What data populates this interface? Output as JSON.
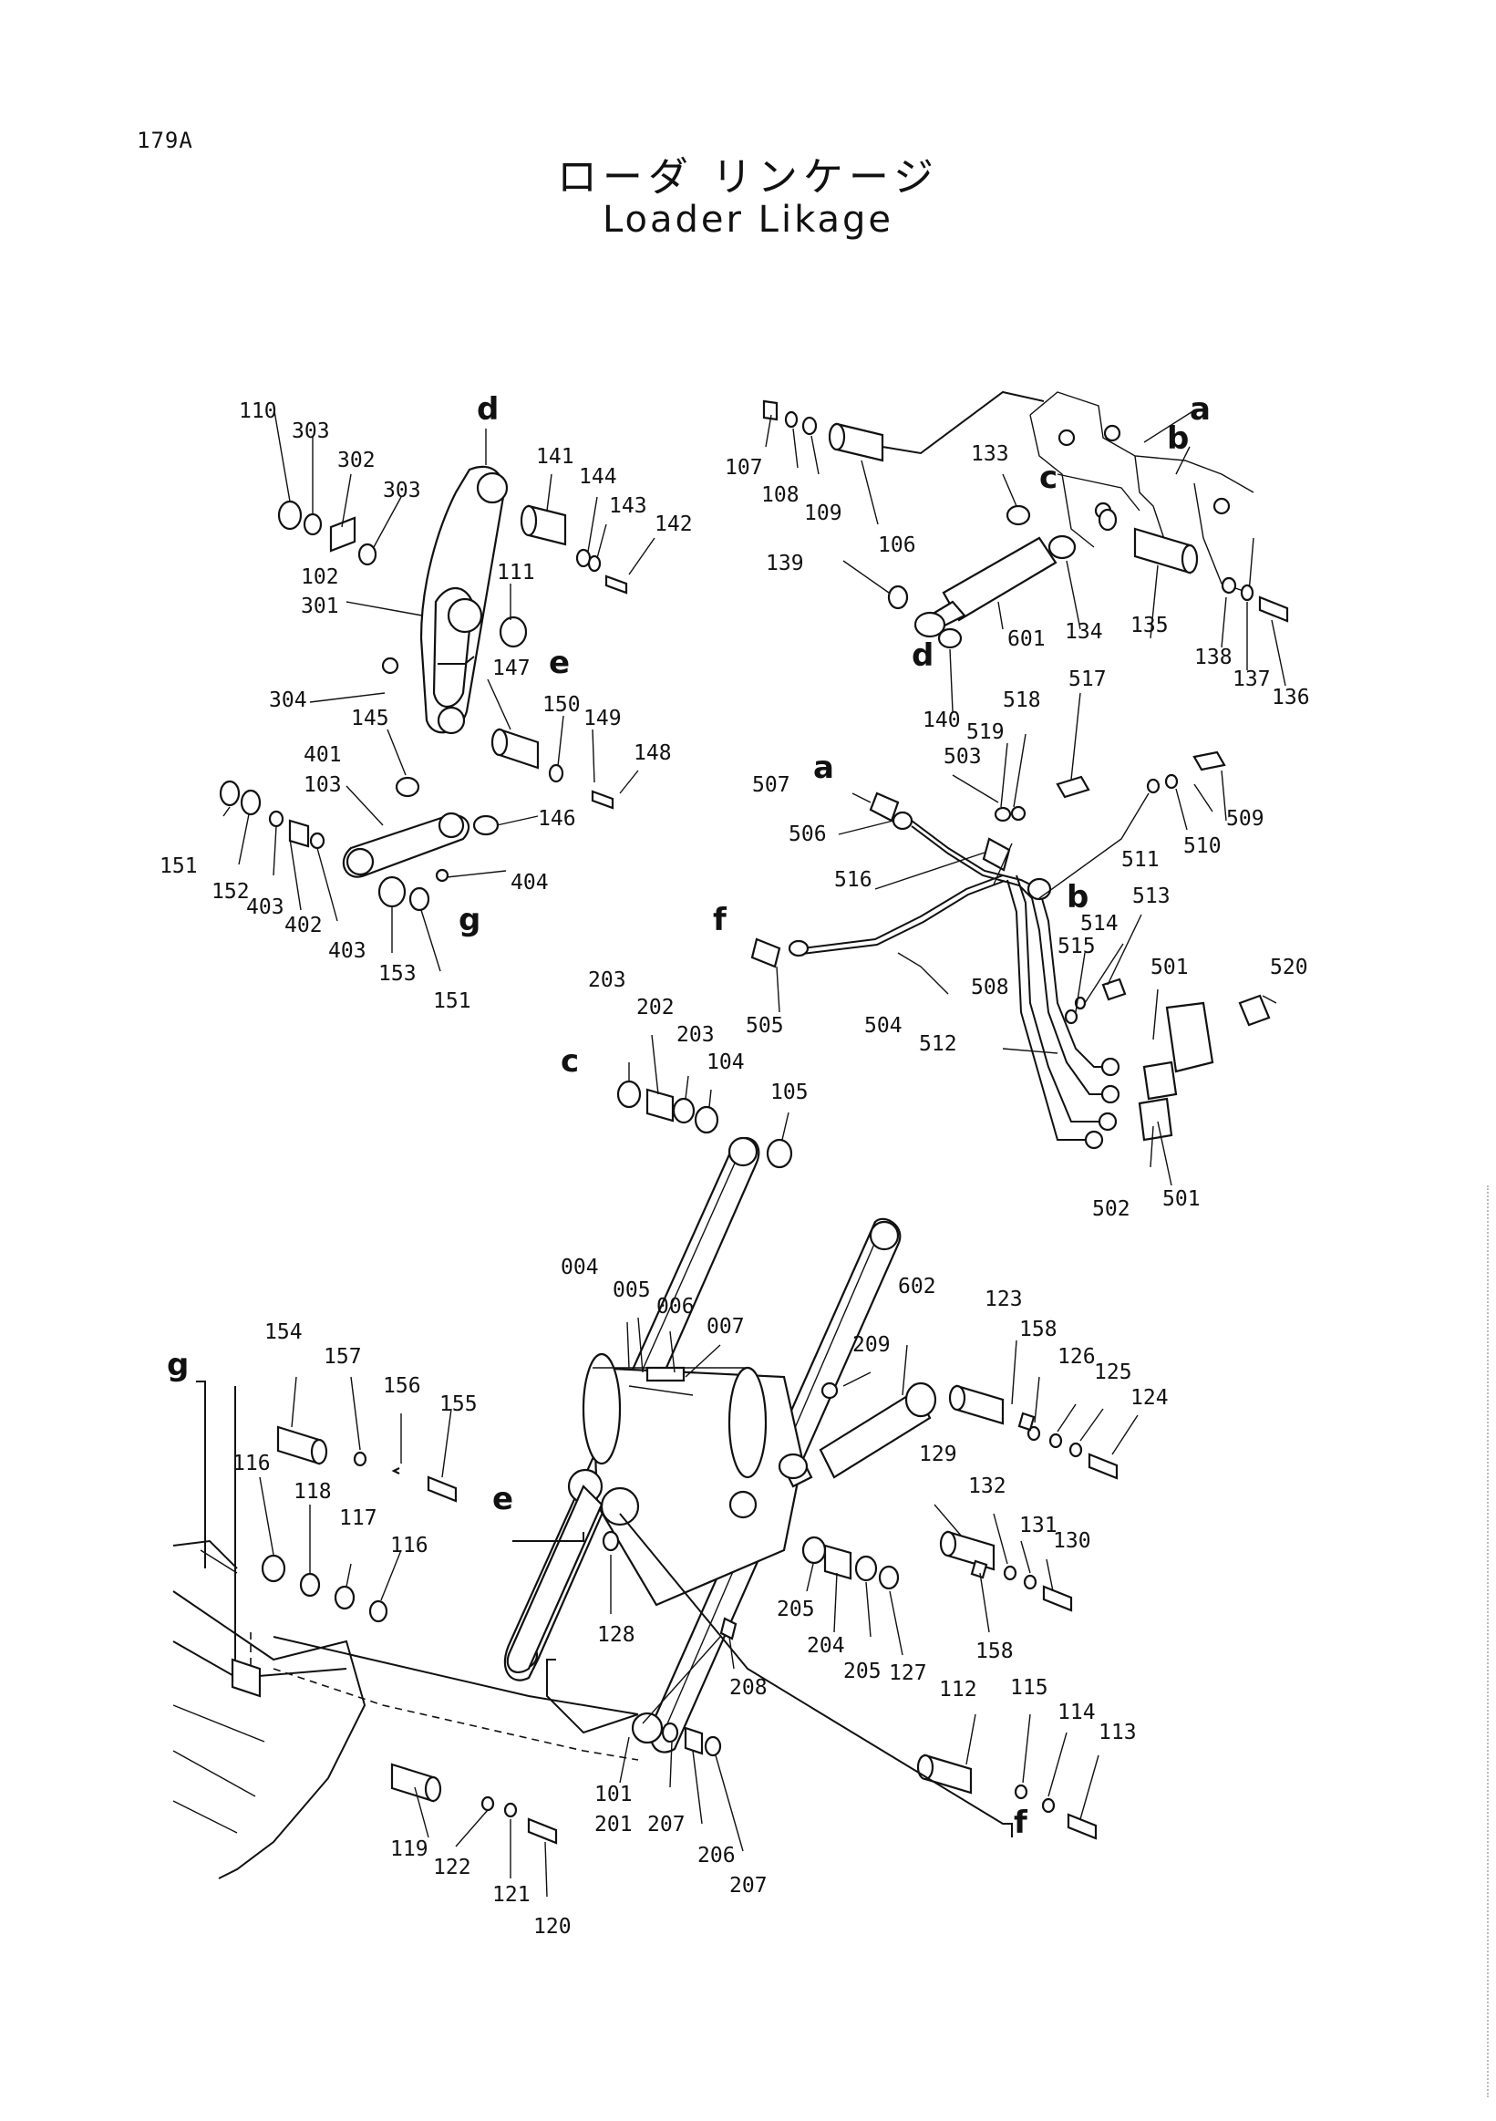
{
  "page": {
    "code": "179A",
    "title_jp": "ローダ リンケージ",
    "title_en": "Loader Likage"
  },
  "callout_letters": [
    "a",
    "b",
    "c",
    "d",
    "e",
    "f",
    "g"
  ],
  "part_numbers": [
    "110",
    "303",
    "302",
    "303",
    "102",
    "301",
    "304",
    "141",
    "144",
    "143",
    "142",
    "111",
    "147",
    "150",
    "149",
    "148",
    "145",
    "401",
    "103",
    "146",
    "151",
    "152",
    "403",
    "402",
    "403",
    "153",
    "151",
    "404",
    "107",
    "108",
    "109",
    "106",
    "133",
    "139",
    "601",
    "134",
    "135",
    "138",
    "137",
    "136",
    "140",
    "517",
    "518",
    "519",
    "503",
    "507",
    "506",
    "516",
    "509",
    "510",
    "511",
    "513",
    "514",
    "515",
    "501",
    "520",
    "505",
    "504",
    "508",
    "512",
    "501",
    "502",
    "203",
    "202",
    "203",
    "104",
    "105",
    "004",
    "005",
    "006",
    "007",
    "602",
    "123",
    "158",
    "126",
    "125",
    "124",
    "209",
    "154",
    "157",
    "156",
    "155",
    "116",
    "118",
    "117",
    "116",
    "129",
    "132",
    "131",
    "130",
    "128",
    "205",
    "204",
    "205",
    "127",
    "158",
    "208",
    "112",
    "115",
    "114",
    "113",
    "119",
    "122",
    "121",
    "120",
    "101",
    "201",
    "207",
    "206",
    "207"
  ]
}
